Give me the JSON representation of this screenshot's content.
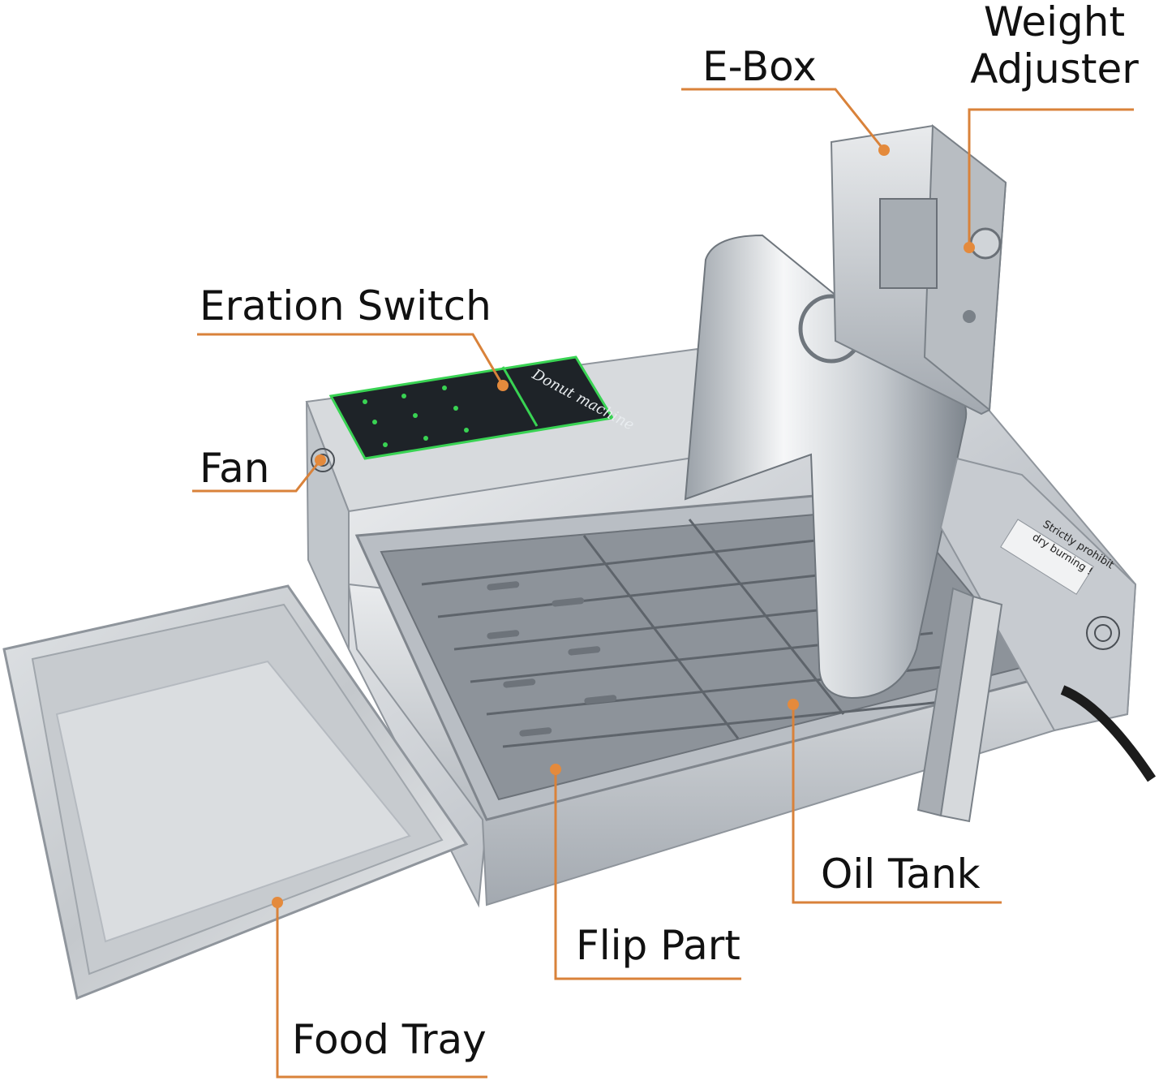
{
  "colors": {
    "leader": "#d9823a",
    "dot": "#e48a3c",
    "steel_light": "#eef0f2",
    "steel_mid": "#c9cdd2",
    "steel_dark": "#8f959c",
    "panel": "#1e2328",
    "panel_edge": "#39d353"
  },
  "callouts": {
    "e_box": "E-Box",
    "weight_adjuster_line1": "Weight",
    "weight_adjuster_line2": "Adjuster",
    "eration_switch": "Eration Switch",
    "fan": "Fan",
    "oil_tank": "Oil Tank",
    "flip_part": "Flip Part",
    "food_tray": "Food Tray"
  },
  "product_labels": {
    "panel_brand": "Donut machine",
    "warning_line1": "Strictly prohibit",
    "warning_line2": "dry burning !"
  }
}
